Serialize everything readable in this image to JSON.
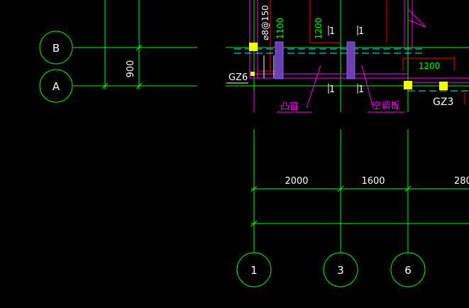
{
  "colors": {
    "background": "#000000",
    "axis": "#00ff00",
    "wall": "#ff00ff",
    "column": "#ffff00",
    "structure": "#ff0000",
    "hidden_line": "#00ffff",
    "white_text": "#ffffff",
    "purple": "#8a5cff",
    "purple_fill": "#6a3fb0"
  },
  "grid_bubbles": {
    "row_b": "B",
    "row_a": "A",
    "col_1": "1",
    "col_3": "3",
    "col_6": "6"
  },
  "dimensions": {
    "row_spacing": "900",
    "span_1_3": "2000",
    "span_3_6": "1600",
    "span_6_next": "280",
    "window_height_1": "1100",
    "window_height_2": "1200",
    "window_width_right": "1200"
  },
  "annotations": {
    "rebar_spec": "⌀8@150",
    "column_gz6": "GZ6",
    "column_gz3": "GZ3",
    "bay_window": "凸窗",
    "ac_board": "空调板",
    "section_mark_1": "1",
    "section_mark_2": "1",
    "section_mark_3": "1",
    "section_mark_4": "1"
  }
}
